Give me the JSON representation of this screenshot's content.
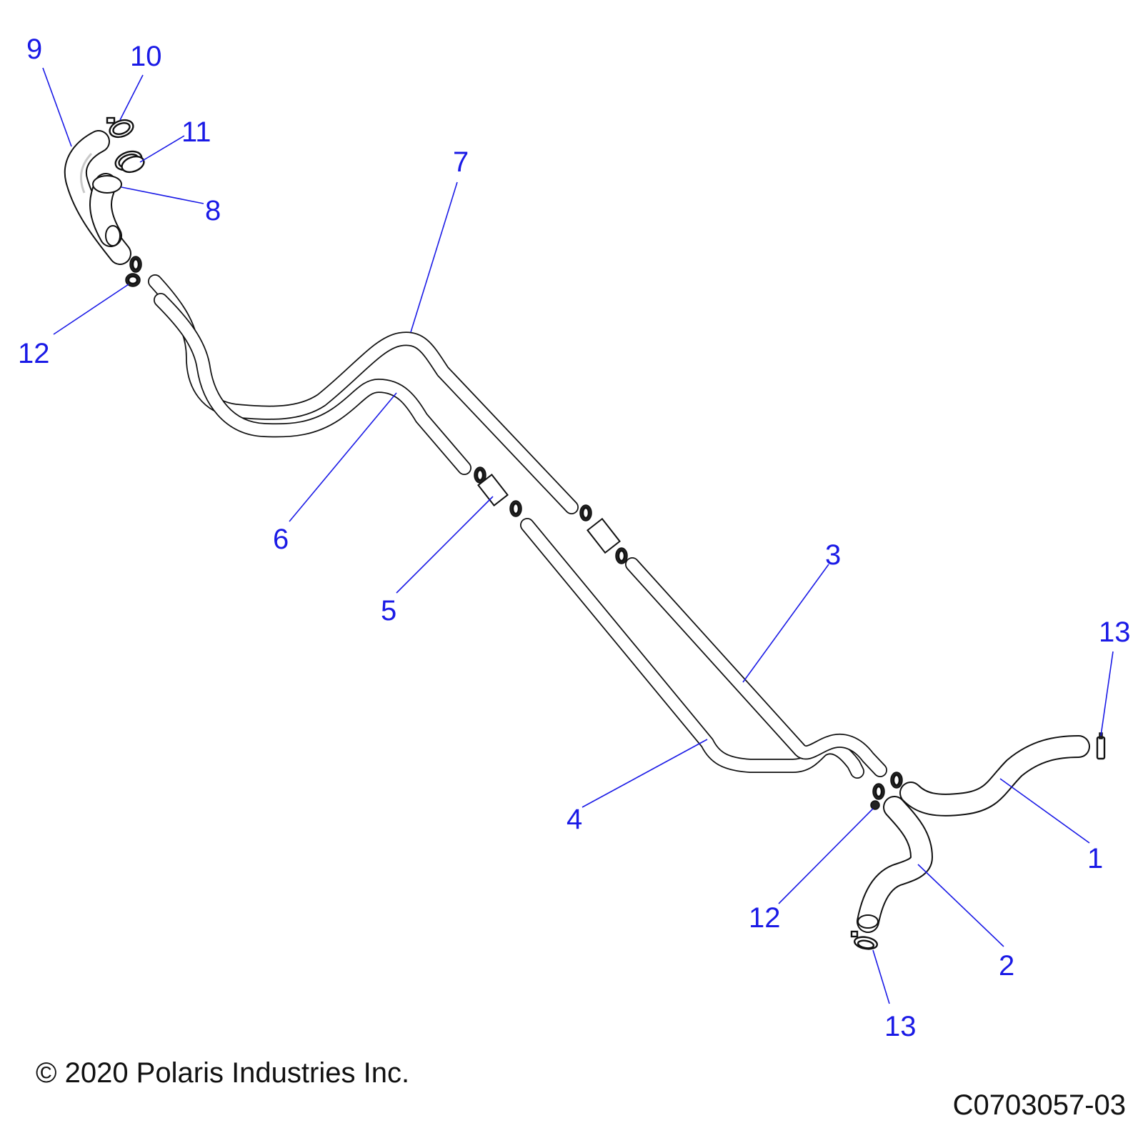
{
  "callouts": {
    "c1": "1",
    "c2": "2",
    "c3": "3",
    "c4": "4",
    "c5": "5",
    "c6": "6",
    "c7": "7",
    "c8": "8",
    "c9": "9",
    "c10": "10",
    "c11": "11",
    "c12a": "12",
    "c12b": "12",
    "c13a": "13",
    "c13b": "13"
  },
  "footer": {
    "copyright": "© 2020 Polaris Industries Inc.",
    "part_code": "C0703057-03"
  },
  "colors": {
    "callout": "#1a1ae6",
    "line_art": "#111111",
    "background": "#ffffff"
  }
}
